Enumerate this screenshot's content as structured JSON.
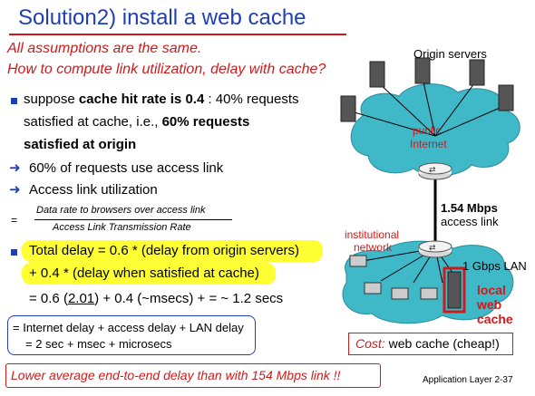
{
  "slide": {
    "title": "Solution2) install a web cache",
    "assumption_line1": "All assumptions are the same.",
    "assumption_line2": "How to compute link utilization, delay with cache?",
    "bullet1_pre": "suppose ",
    "bullet1_bold": "cache hit rate is 0.4",
    "bullet1_post": " : 40% requests",
    "bullet1_line2_pre": "satisfied at cache, i.e., ",
    "bullet1_line2_bold": "60% requests",
    "bullet1_line3_bold": "satisfied at origin",
    "arrow1": "60% of requests use access link",
    "arrow2": "Access link utilization",
    "eq_sign": "=",
    "frac_numerator": "Data rate to browsers over access link",
    "frac_denominator": "Access Link Transmission Rate",
    "delay_line1": "Total delay = 0.6 * (delay from origin servers)",
    "delay_line2": "+ 0.4 * (delay when satisfied at cache)",
    "delay_line3_pre": "= 0.6 (",
    "delay_line3_val": "2.01",
    "delay_line3_post": ") + 0.4 (~msecs) + = ~ 1.2 secs",
    "box_line1": "= Internet delay + access delay + LAN delay",
    "box_line2": "= 2 sec + msec + microsecs",
    "bottom_note": "Lower average end-to-end delay than with 154 Mbps link !!",
    "footer": "Application Layer 2-37"
  },
  "diagram": {
    "origin_servers": "Origin servers",
    "public_internet_1": "public",
    "public_internet_2": "Internet",
    "access_rate": "1.54 Mbps",
    "access_label": "access link",
    "institutional_1": "institutional",
    "institutional_2": "network",
    "lan_label": "1 Gbps LAN",
    "cache_1": "local",
    "cache_2": "web",
    "cache_3": "cache",
    "cost_prefix": "Cost:",
    "cost_rest": " web cache (cheap!)"
  },
  "colors": {
    "title_blue": "#1f3fb5",
    "accent_red": "#d01a1a",
    "highlight_yellow": "#ffff33",
    "cloud_teal": "#3fb8c8"
  }
}
